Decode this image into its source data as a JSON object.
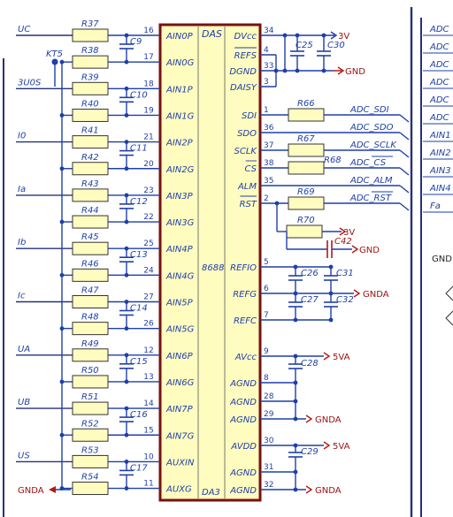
{
  "chip": {
    "title": "DAS",
    "part_number": "8688",
    "designator": "DA3",
    "left_pins": [
      {
        "name": "AIN0P",
        "num": "16"
      },
      {
        "name": "AIN0G",
        "num": "17"
      },
      {
        "name": "AIN1P",
        "num": "18"
      },
      {
        "name": "AIN1G",
        "num": "19"
      },
      {
        "name": "AIN2P",
        "num": "21"
      },
      {
        "name": "AIN2G",
        "num": "20"
      },
      {
        "name": "AIN3P",
        "num": "23"
      },
      {
        "name": "AIN3G",
        "num": "22"
      },
      {
        "name": "AIN4P",
        "num": "25"
      },
      {
        "name": "AIN4G",
        "num": "24"
      },
      {
        "name": "AIN5P",
        "num": "27"
      },
      {
        "name": "AIN5G",
        "num": "26"
      },
      {
        "name": "AIN6P",
        "num": "12"
      },
      {
        "name": "AIN6G",
        "num": "13"
      },
      {
        "name": "AIN7P",
        "num": "14"
      },
      {
        "name": "AIN7G",
        "num": "15"
      },
      {
        "name": "AUXIN",
        "num": "10"
      },
      {
        "name": "AUXG",
        "num": "11"
      }
    ],
    "right_pins": [
      {
        "name": "DVcc",
        "num": "34",
        "overline": false
      },
      {
        "name": "REFS",
        "num": "4",
        "overline": true
      },
      {
        "name": "DGND",
        "num": "33",
        "overline": false
      },
      {
        "name": "DAISY",
        "num": "3",
        "overline": false
      },
      {
        "name": "SDI",
        "num": "1",
        "overline": false
      },
      {
        "name": "SDO",
        "num": "36",
        "overline": false
      },
      {
        "name": "SCLK",
        "num": "37",
        "overline": false
      },
      {
        "name": "CS",
        "num": "38",
        "overline": true
      },
      {
        "name": "ALM",
        "num": "35",
        "overline": false
      },
      {
        "name": "RST",
        "num": "2",
        "overline": true
      },
      {
        "name": "REFIO",
        "num": "5",
        "overline": false
      },
      {
        "name": "REFG",
        "num": "6",
        "overline": false
      },
      {
        "name": "REFC",
        "num": "7",
        "overline": false
      },
      {
        "name": "AVcc",
        "num": "9",
        "overline": false
      },
      {
        "name": "AGND",
        "num": "8",
        "overline": false
      },
      {
        "name": "AGND",
        "num": "28",
        "overline": false
      },
      {
        "name": "AGND",
        "num": "29",
        "overline": false
      },
      {
        "name": "AVDD",
        "num": "30",
        "overline": false
      },
      {
        "name": "AGND",
        "num": "31",
        "overline": false
      },
      {
        "name": "AGND",
        "num": "32",
        "overline": false
      }
    ]
  },
  "inputs": [
    {
      "label": "UC",
      "res_p": "R37",
      "res_g": "R38",
      "cap": "C9"
    },
    {
      "label": "3U0S",
      "res_p": "R39",
      "res_g": "R40",
      "cap": "C10"
    },
    {
      "label": "I0",
      "res_p": "R41",
      "res_g": "R42",
      "cap": "C11"
    },
    {
      "label": "Ia",
      "res_p": "R43",
      "res_g": "R44",
      "cap": "C12"
    },
    {
      "label": "Ib",
      "res_p": "R45",
      "res_g": "R46",
      "cap": "C13"
    },
    {
      "label": "Ic",
      "res_p": "R47",
      "res_g": "R48",
      "cap": "C14"
    },
    {
      "label": "UA",
      "res_p": "R49",
      "res_g": "R50",
      "cap": "C15"
    },
    {
      "label": "UB",
      "res_p": "R51",
      "res_g": "R52",
      "cap": "C16"
    },
    {
      "label": "US",
      "res_p": "R53",
      "res_g": "R54",
      "cap": "C17"
    }
  ],
  "testpoint": "KT5",
  "left_ground": "GNDA",
  "power": {
    "v3": "3V",
    "gnd": "GND",
    "gnda": "GNDA",
    "v5": "5VA",
    "caps_top": [
      "C25",
      "C30"
    ],
    "caps_ref": [
      "C26",
      "C31",
      "C27",
      "C32"
    ],
    "cap_c28": "C28",
    "cap_c29": "C29"
  },
  "digital": [
    {
      "res": "R66",
      "net": "ADC_SDI"
    },
    {
      "res": "",
      "net": "ADC_SDO"
    },
    {
      "res": "R67",
      "net": "ADC_SCLK"
    },
    {
      "res": "R68",
      "net": "ADC_CS"
    },
    {
      "res": "",
      "net": "ADC_ALM"
    },
    {
      "res": "R69",
      "net": "ADC_RST"
    }
  ],
  "rst_pullup": {
    "res": "R70",
    "v": "3V",
    "cap": "C42",
    "gnd": "GND"
  },
  "right_panel": {
    "labels": [
      "ADC",
      "ADC",
      "ADC",
      "ADC",
      "ADC",
      "ADC",
      "AIN1",
      "AIN2",
      "AIN3",
      "AIN4",
      "Fa"
    ],
    "gnd": "GND"
  }
}
